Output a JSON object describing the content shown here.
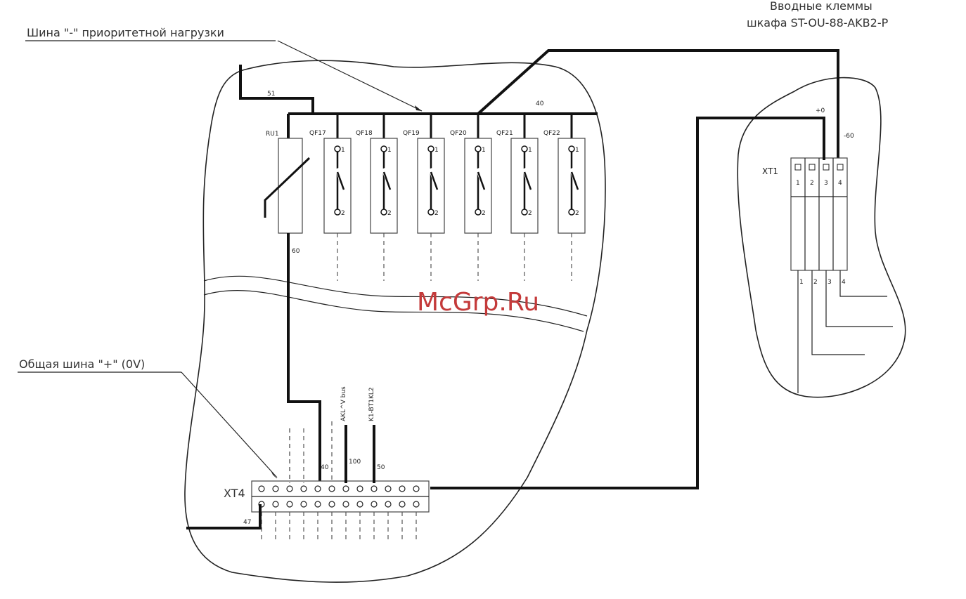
{
  "labels": {
    "minus_bus": "Шина \"-\" приоритетной нагрузки",
    "common_bus": "Общая шина \"+\" (0V)",
    "input_terminals_line1": "Вводные клеммы",
    "input_terminals_line2": "шкафа ST-OU-88-AKB2-P"
  },
  "components": {
    "fuse": "RU1",
    "breakers": [
      "QF17",
      "QF18",
      "QF19",
      "QF20",
      "QF21",
      "QF22"
    ],
    "breaker_pin_top": [
      "1",
      "1",
      "1",
      "1",
      "1",
      "1"
    ],
    "breaker_pin_bottom": [
      "2",
      "2",
      "2",
      "2",
      "2",
      "2"
    ],
    "terminal_block_xt1": "XT1",
    "terminal_block_xt4": "XT4",
    "xt1_top_numbers": [
      "1",
      "2",
      "3",
      "4"
    ],
    "xt1_bottom_numbers": [
      "1",
      "2",
      "3",
      "4"
    ]
  },
  "wires": {
    "w51": "51",
    "w40": "40",
    "w60": "60",
    "w40b": "40",
    "w100": "100",
    "w50": "50",
    "w47": "47",
    "plus0": "+0",
    "minus60": "-60",
    "vert1": "AKL^V bus",
    "vert2": "K1-BT1KL2"
  },
  "watermark": "McGrp.Ru"
}
